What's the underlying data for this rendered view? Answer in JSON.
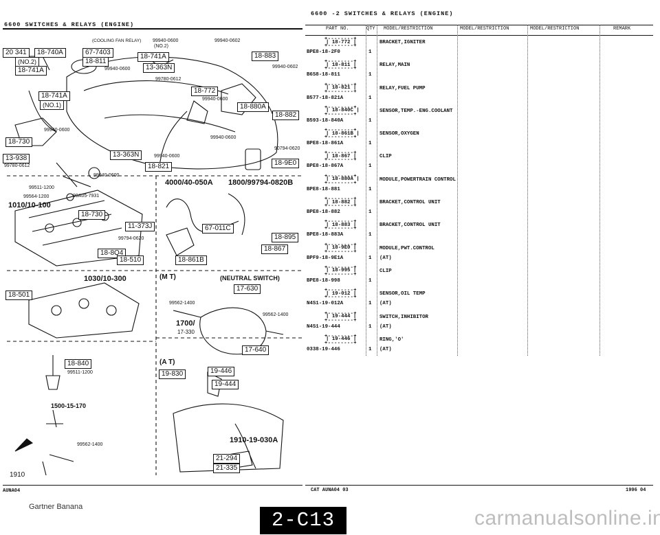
{
  "page_header": {
    "left_title": "6600   SWITCHES & RELAYS (ENGINE)",
    "right_title": "6600  -2   SWITCHES & RELAYS (ENGINE)"
  },
  "diagram": {
    "boxed_codes": [
      "20 341",
      "18-740A",
      "67-7403",
      "18-741A",
      "18-883",
      "(NO.2)",
      "18-811",
      "18-741A",
      "13-363N",
      "18-772",
      "18-741A",
      "(NO.1)",
      "18-880A",
      "18-882",
      "18-730",
      "13-363N",
      "13-938",
      "18-9E0",
      "18-821",
      "18-730",
      "11-373J",
      "67-011C",
      "18-895",
      "18-867",
      "18-8Q4",
      "18-861B",
      "18-510",
      "17-630",
      "18-501",
      "17-640",
      "18-840",
      "19-830",
      "19-446",
      "19-444",
      "21-294",
      "21-335"
    ],
    "labels": [
      "(COOLING FAN RELAY)",
      "99940-0600",
      "(NO.2)",
      "99940-0602",
      "99940-0602",
      "99940-0600",
      "99780-0612",
      "99940-0600",
      "99940-0600",
      "99940-0600",
      "90794-0620",
      "99780-0612",
      "99940-0600",
      "99940-0600",
      "99511-1200",
      "99564-1200",
      "99A05-7931",
      "99794-0620",
      "99562-1400",
      "99562-1400",
      "99511-1200",
      "99562-1400",
      "1910"
    ],
    "callouts": [
      "4000/40-050A",
      "1800/99794-0820B",
      "1010/10-100",
      "1030/10-300",
      "1700/",
      "17-330",
      "1500-15-170",
      "1910-19-030A"
    ],
    "section_labels": [
      "(M T)",
      "(NEUTRAL SWITCH)",
      "(A T)"
    ],
    "code_bottom": "AUNA04"
  },
  "table": {
    "headers": [
      "PART NO.",
      "QTY",
      "MODEL/RESTRICTION",
      "MODEL/RESTRICTION",
      "MODEL/RESTRICTION",
      "REMARK"
    ],
    "rows": [
      {
        "part_no": "18-772",
        "catalog_no": "BPE8-18-2F0",
        "qty": "1",
        "name": "BRACKET,IGNITER",
        "note": ""
      },
      {
        "part_no": "18-811",
        "catalog_no": "B6S8-18-811",
        "qty": "1",
        "name": "RELAY,MAIN",
        "note": ""
      },
      {
        "part_no": "18-821",
        "catalog_no": "B577-18-821A",
        "qty": "1",
        "name": "RELAY,FUEL PUMP",
        "note": ""
      },
      {
        "part_no": "18-840C",
        "catalog_no": "B593-18-840A",
        "qty": "1",
        "name": "SENSOR,TEMP.-ENG.COOLANT",
        "note": ""
      },
      {
        "part_no": "18-861B",
        "catalog_no": "BPE8-18-861A",
        "qty": "1",
        "name": "SENSOR,OXYGEN",
        "note": ""
      },
      {
        "part_no": "18-867",
        "catalog_no": "BPE8-18-867A",
        "qty": "1",
        "name": "CLIP",
        "note": ""
      },
      {
        "part_no": "18-880A",
        "catalog_no": "BPE8-18-881",
        "qty": "1",
        "name": "MODULE,POWERTRAIN CONTROL",
        "note": ""
      },
      {
        "part_no": "18-882",
        "catalog_no": "BPE8-18-882",
        "qty": "1",
        "name": "BRACKET,CONTROL UNIT",
        "note": ""
      },
      {
        "part_no": "18-883",
        "catalog_no": "BPE8-18-883A",
        "qty": "1",
        "name": "BRACKET,CONTROL UNIT",
        "note": ""
      },
      {
        "part_no": "18-9E0",
        "catalog_no": "BPF9-18-9E1A",
        "qty": "1",
        "name": "MODULE,PWT.CONTROL",
        "note": "(AT)"
      },
      {
        "part_no": "18-995",
        "catalog_no": "BPE8-18-998",
        "qty": "1",
        "name": "CLIP",
        "note": ""
      },
      {
        "part_no": "19-012",
        "catalog_no": "N4S1-19-012A",
        "qty": "1",
        "name": "SENSOR,OIL TEMP",
        "note": "(AT)"
      },
      {
        "part_no": "19-444",
        "catalog_no": "N4S1-19-444",
        "qty": "1",
        "name": "SWITCH,INHIBITOR",
        "note": "(AT)"
      },
      {
        "part_no": "19-446",
        "catalog_no": "0338-19-446",
        "qty": "1",
        "name": "RING,'O'",
        "note": "(AT)"
      }
    ],
    "footer_left": "CAT  AUNA04  03",
    "footer_right": "1996 04"
  },
  "watermarks": {
    "bottom_left": "Gartner Banana",
    "page_tab": "2-C13",
    "site": "carmanualsonline.info"
  }
}
